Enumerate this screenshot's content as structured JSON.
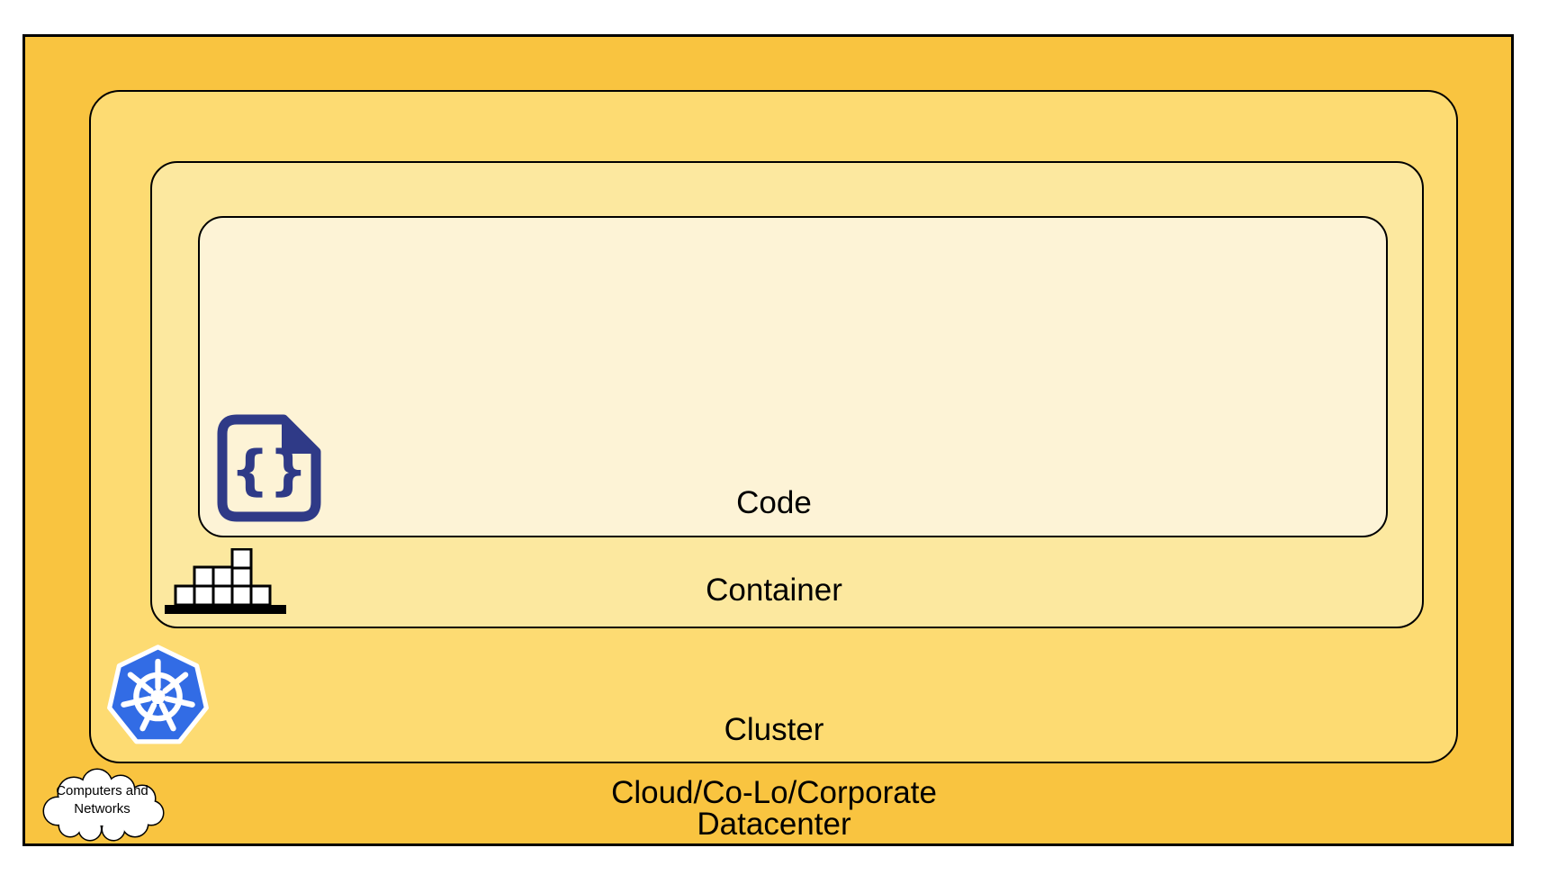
{
  "layers": {
    "code": {
      "label": "Code"
    },
    "container": {
      "label": "Container"
    },
    "cluster": {
      "label": "Cluster"
    },
    "datacenter": {
      "label_line1": "Cloud/Co-Lo/Corporate",
      "label_line2": "Datacenter"
    }
  },
  "cloud_callout": {
    "line1": "Computers and",
    "line2": "Networks"
  },
  "icons": {
    "code": "code-file-icon",
    "container": "container-stack-icon",
    "cluster": "kubernetes-icon",
    "datacenter": "cloud-network-icon"
  },
  "colors": {
    "datacenter-fill": "#F9C440",
    "cluster-fill": "#FDDB72",
    "container-fill": "#FCE89F",
    "code-fill": "#FDF3D6",
    "icon-indigo": "#2F3A87",
    "k8s-blue": "#326CE5",
    "outline": "#000000"
  }
}
